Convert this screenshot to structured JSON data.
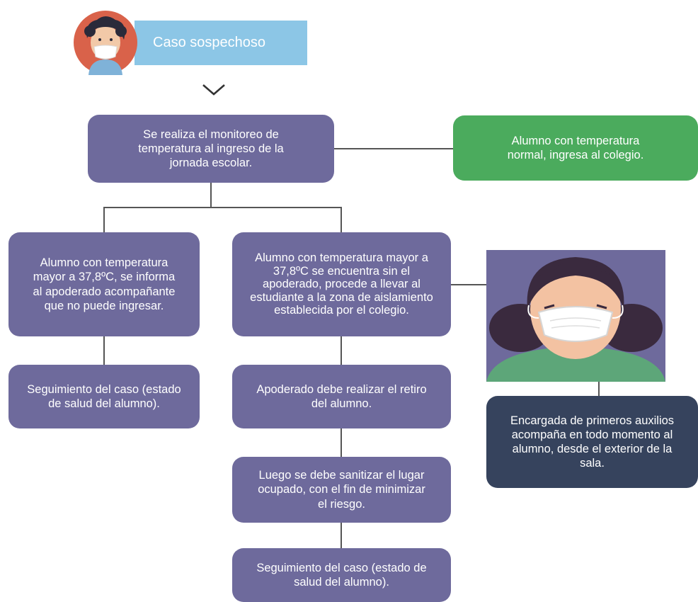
{
  "header": {
    "label": "Caso sospechoso"
  },
  "nodes": {
    "monitoring": "Se realiza el monitoreo de temperatura al ingreso de la jornada escolar.",
    "normal_temp": "Alumno con temperatura normal, ingresa al colegio.",
    "high_with_guardian": "Alumno con temperatura mayor a 37,8ºC, se informa al apoderado acompañante que no puede ingresar.",
    "high_without_guardian": "Alumno con temperatura mayor a 37,8ºC se encuentra sin el apoderado, procede a llevar al estudiante a la zona de aislamiento establecida por el colegio.",
    "followup_left": "Seguimiento del caso (estado de salud del alumno).",
    "guardian_pickup": "Apoderado debe realizar el retiro del alumno.",
    "sanitize": "Luego se debe sanitizar el lugar ocupado, con el fin de minimizar el riesgo.",
    "followup_center": "Seguimiento del caso (estado de salud del alumno).",
    "first_aid": "Encargada de primeros auxilios acompaña en todo momento al alumno, desde el exterior de la sala."
  },
  "colors": {
    "process": "#6e6a9c",
    "normal": "#4bab5d",
    "first_aid": "#36435d",
    "header": "#8cc6e6",
    "connector": "#555555"
  },
  "icons": {
    "avatar": "boy-with-mask-icon",
    "arrow": "chevron-down-icon",
    "portrait": "woman-with-mask-icon"
  }
}
